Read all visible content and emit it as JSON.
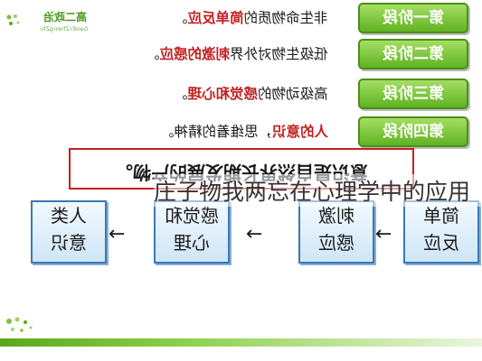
{
  "logo": {
    "name": "高二政治",
    "sub": "GaoErZhengZhi"
  },
  "stages": [
    {
      "label": "第一阶段",
      "text_plain": "非生命物质的",
      "text_highlight": "简单反应",
      "text_tail": "。"
    },
    {
      "label": "第二阶段",
      "text_plain": "低级生物对外界",
      "text_highlight": "刺激的感应",
      "text_tail": "。"
    },
    {
      "label": "第三阶段",
      "text_plain": "高级动物的",
      "text_highlight": "感觉和心理",
      "text_tail": "。"
    },
    {
      "label": "第四阶段",
      "text_plain": "思维着的精神。",
      "text_highlight": "人的意识",
      "text_tail": "，"
    }
  ],
  "banner": "意识是自然界长期发展的产物。",
  "caption": "庄子物我两忘在心理学中的应用",
  "flow": [
    {
      "line1": "人类",
      "line2": "意识"
    },
    {
      "line1": "感觉和",
      "line2": "心理"
    },
    {
      "line1": "刺激",
      "line2": "感应"
    },
    {
      "line1": "简单",
      "line2": "反应"
    }
  ],
  "arrow_glyph": "←",
  "colors": {
    "highlight": "#c21f1f",
    "stage_green": "#5fb322",
    "flow_border": "#3a78b6",
    "banner_border": "#c61f1f"
  }
}
